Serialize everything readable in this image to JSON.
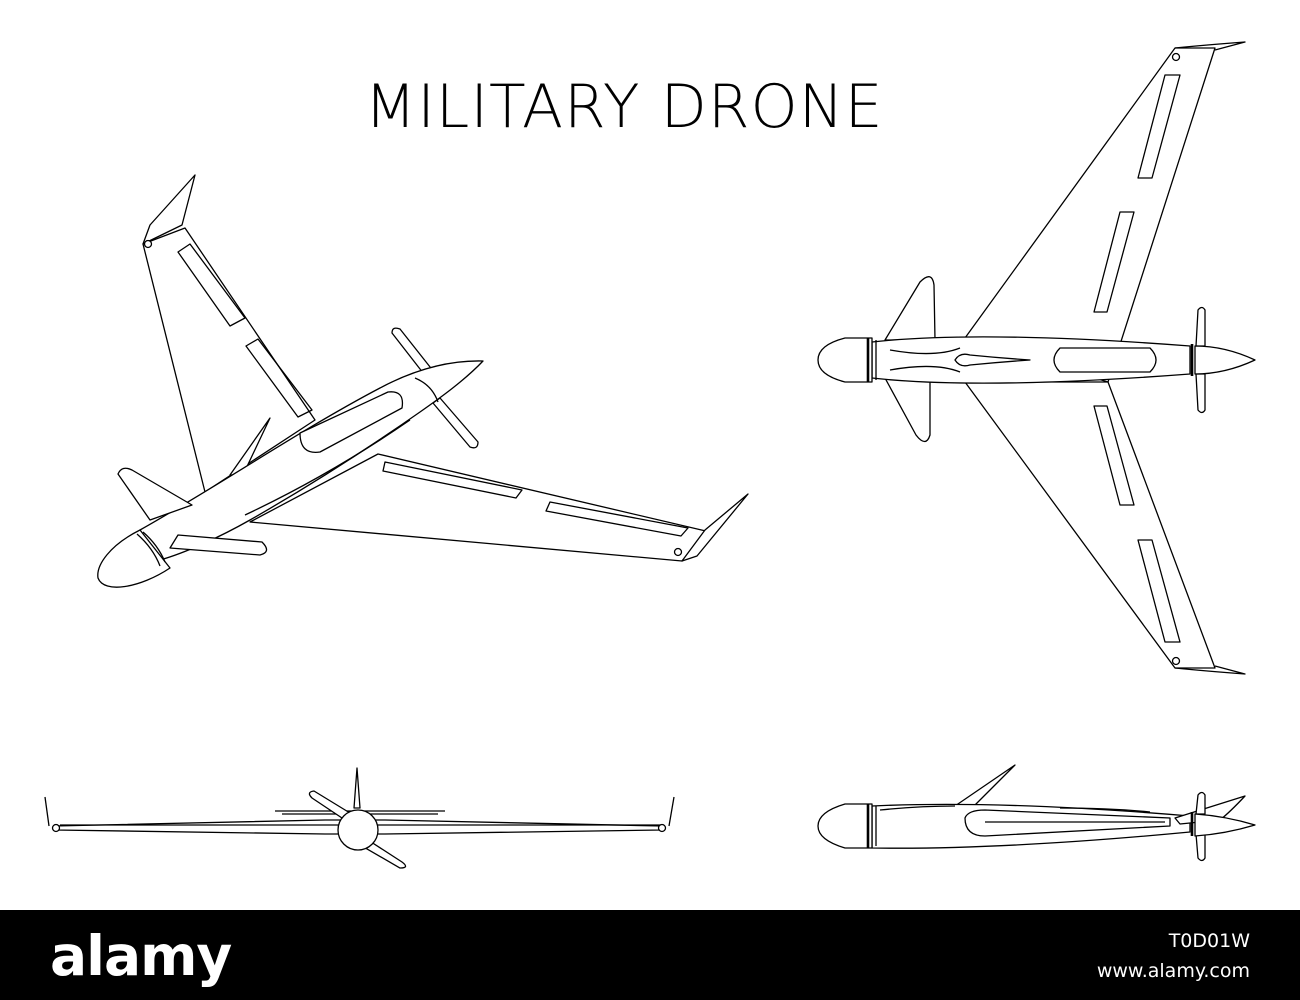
{
  "title": "MILITARY DRONE",
  "footer": {
    "brand": "alamy",
    "image_id": "T0D01W",
    "site": "www.alamy.com",
    "background": "#000000",
    "text_color": "#ffffff"
  },
  "views": [
    "perspective",
    "top",
    "front",
    "side"
  ],
  "line_color": "#000000",
  "background": "#ffffff"
}
